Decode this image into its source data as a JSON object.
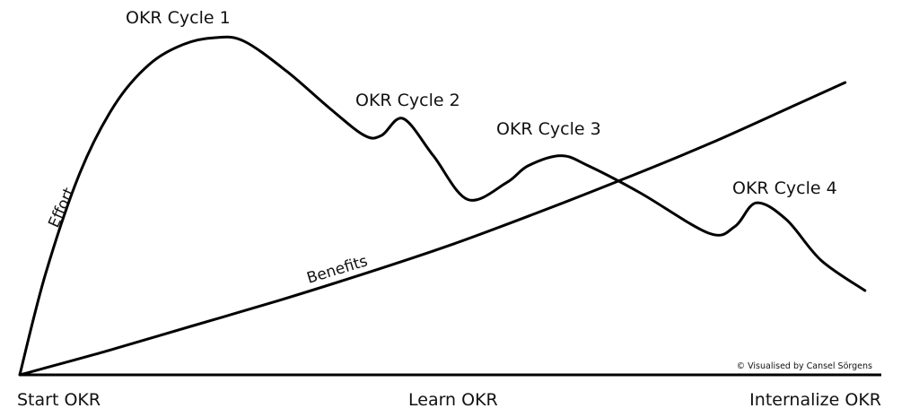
{
  "chart_data": {
    "type": "line",
    "title": "",
    "xlabel": "",
    "ylabel": "",
    "xlim": [
      0,
      100
    ],
    "ylim": [
      0,
      100
    ],
    "grid": false,
    "legend": "none",
    "line_color": "#000000",
    "x_tick_labels": [
      "Start OKR",
      "Learn OKR",
      "Internalize OKR"
    ],
    "series": [
      {
        "name": "Effort",
        "x": [
          0,
          3,
          7,
          11,
          15,
          19,
          22.7,
          26,
          31,
          36,
          40,
          42,
          44.5,
          48,
          52,
          56.5,
          59,
          62.8,
          66,
          72,
          80,
          83,
          85.5,
          89,
          93,
          98.1
        ],
        "y": [
          0,
          30,
          60,
          80,
          92,
          98,
          100,
          99,
          90,
          79,
          71,
          71,
          76,
          65,
          52,
          57,
          62,
          65,
          62,
          54,
          42,
          44,
          51,
          46,
          34,
          25
        ]
      },
      {
        "name": "Benefits",
        "x": [
          0,
          10,
          20,
          30,
          40,
          50,
          60,
          70,
          80,
          90,
          95.8
        ],
        "y": [
          0,
          7,
          14.5,
          22,
          30,
          38.5,
          48,
          58,
          68.5,
          80,
          86.7
        ]
      }
    ],
    "annotations": [
      {
        "text": "OKR Cycle 1",
        "x": 22.7,
        "y": 100
      },
      {
        "text": "OKR Cycle 2",
        "x": 45,
        "y": 76
      },
      {
        "text": "OKR Cycle 3",
        "x": 62.8,
        "y": 65
      },
      {
        "text": "OKR Cycle 4",
        "x": 89,
        "y": 51
      }
    ],
    "credit": "© Visualised by Cansel Sörgens"
  }
}
